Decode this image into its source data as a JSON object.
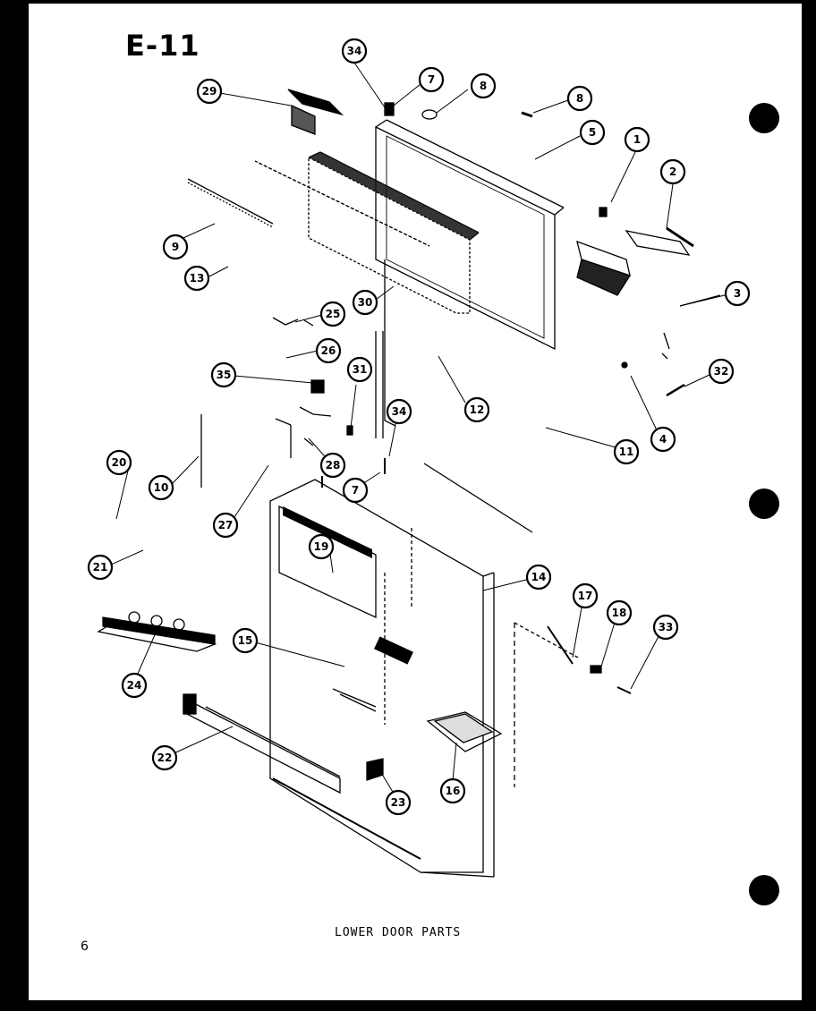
{
  "page_title": "E-11",
  "caption": "LOWER DOOR PARTS",
  "page_number": "6",
  "callouts": [
    "34",
    "7",
    "8",
    "8",
    "5",
    "1",
    "2",
    "3",
    "29",
    "9",
    "13",
    "30",
    "25",
    "26",
    "35",
    "31",
    "12",
    "32",
    "11",
    "4",
    "34",
    "28",
    "7",
    "10",
    "20",
    "27",
    "21",
    "19",
    "14",
    "17",
    "18",
    "33",
    "24",
    "15",
    "22",
    "23",
    "16"
  ]
}
